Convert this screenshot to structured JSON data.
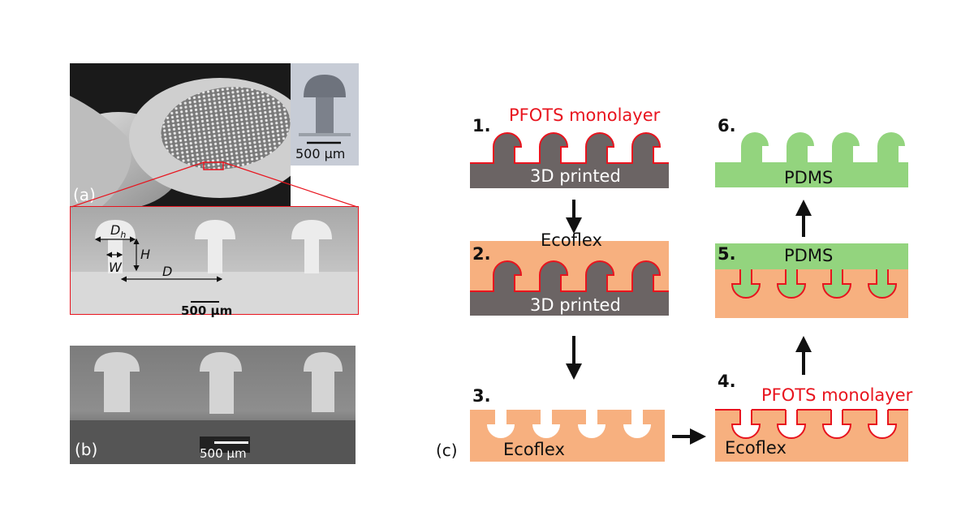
{
  "panel_a": {
    "letter": "(a)",
    "inset_scale": "500 µm",
    "zoom_scale": "500 µm",
    "dim_dh": "D",
    "dim_dh_sub": "h",
    "dim_h": "H",
    "dim_w": "W",
    "dim_d": "D"
  },
  "panel_b": {
    "letter": "(b)",
    "scale": "500 µm"
  },
  "panel_c": {
    "letter": "(c)",
    "steps": [
      {
        "number": "1.",
        "label_top": "PFOTS monolayer",
        "label_base": "3D printed"
      },
      {
        "number": "2.",
        "label_top": "Ecoflex",
        "label_base": "3D printed"
      },
      {
        "number": "3.",
        "label_base": "Ecoflex"
      },
      {
        "number": "4.",
        "label_top": "PFOTS monolayer",
        "label_base": "Ecoflex"
      },
      {
        "number": "5.",
        "label_top": "PDMS"
      },
      {
        "number": "6.",
        "label_top": "PDMS"
      }
    ],
    "colors": {
      "printed": "#6b6464",
      "ecoflex": "#f7b07f",
      "pdms": "#93d47e",
      "pfots": "#e8141e"
    }
  }
}
